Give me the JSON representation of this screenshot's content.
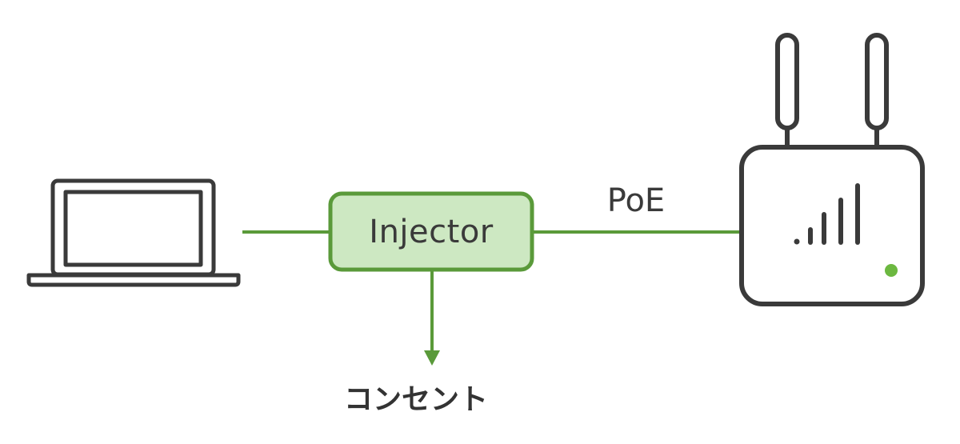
{
  "labels": {
    "injector": "Injector",
    "poe": "PoE",
    "outlet": "コンセント"
  },
  "colors": {
    "wire": "#5a9a3a",
    "injector_fill": "#cde8c2",
    "injector_border": "#5a9a3a",
    "device_stroke": "#3a3a3a",
    "status_led": "#6cb840"
  },
  "icons": {
    "laptop": "laptop-icon",
    "access_point": "wireless-access-point-icon",
    "signal": "signal-bars-icon",
    "status": "status-led-icon"
  }
}
